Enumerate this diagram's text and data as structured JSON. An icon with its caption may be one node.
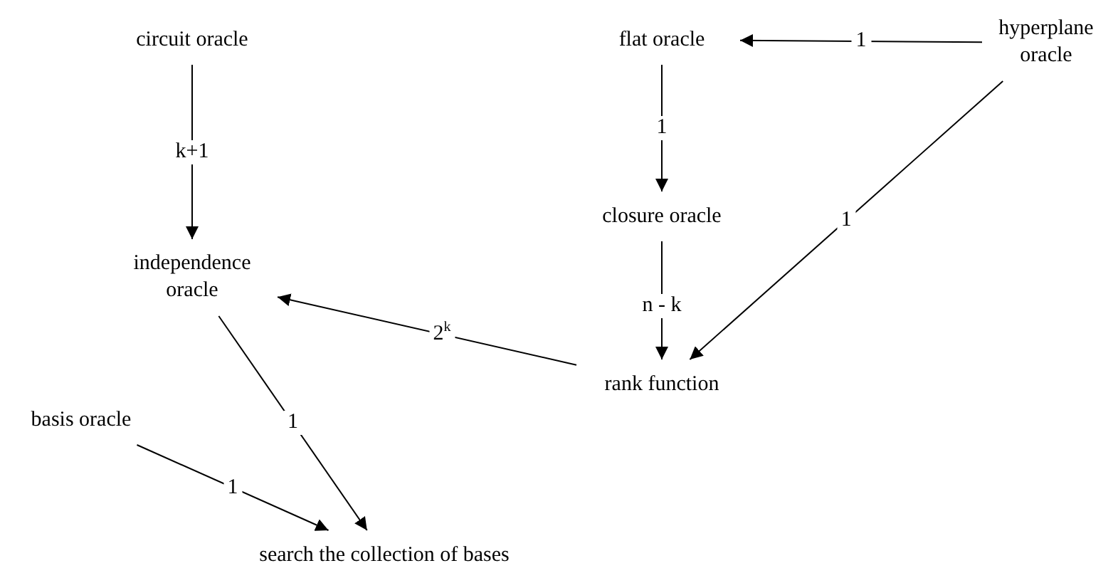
{
  "diagram": {
    "nodes": [
      {
        "text": [
          "circuit oracle"
        ]
      },
      {
        "text": [
          "flat oracle"
        ]
      },
      {
        "text": [
          "hyperplane oracle"
        ]
      },
      {
        "text": [
          "independence oracle"
        ]
      },
      {
        "text": [
          "closure oracle"
        ]
      },
      {
        "text": [
          "rank function"
        ]
      },
      {
        "text": [
          "basis oracle"
        ]
      },
      {
        "text": [
          "search the collection of bases"
        ]
      }
    ],
    "edges": [
      {
        "from": 0,
        "to": 3,
        "label": "k+1",
        "arrow": "to"
      },
      {
        "from": 2,
        "to": 1,
        "label": "1",
        "arrow": "to"
      },
      {
        "from": 1,
        "to": 4,
        "label": "1",
        "arrow": "to"
      },
      {
        "from": 4,
        "to": 5,
        "label": "n - k",
        "arrow": "to"
      },
      {
        "from": 2,
        "to": 5,
        "label": "1",
        "arrow": "to"
      },
      {
        "from": 5,
        "to": 3,
        "label": "2$^{k}$",
        "arrow": "to"
      },
      {
        "from": 3,
        "to": 7,
        "label": "1",
        "arrow": "to"
      },
      {
        "from": 6,
        "to": 7,
        "label": "1",
        "arrow": "to"
      }
    ]
  }
}
